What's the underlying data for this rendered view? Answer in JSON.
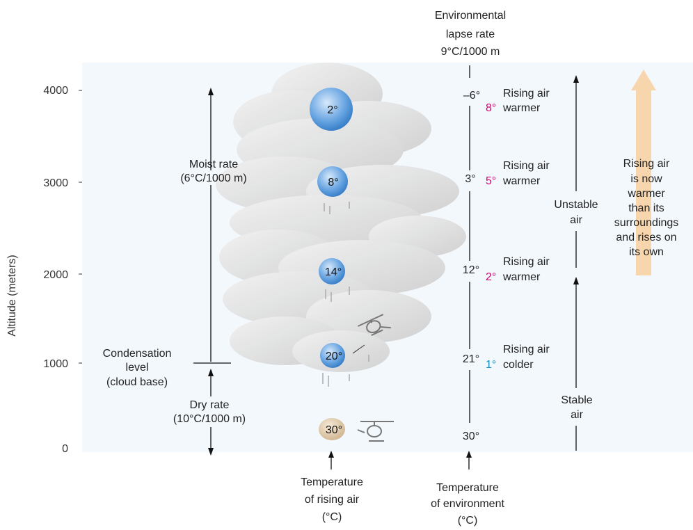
{
  "axis": {
    "y_label": "Altitude (meters)",
    "ticks": [
      "4000",
      "3000",
      "2000",
      "1000",
      "0"
    ]
  },
  "left_labels": {
    "moist_rate": [
      "Moist rate",
      "(6°C/1000 m)"
    ],
    "condensation": [
      "Condensation",
      "level",
      "(cloud base)"
    ],
    "dry_rate": [
      "Dry rate",
      "(10°C/1000 m)"
    ]
  },
  "parcels": [
    {
      "label": "2°",
      "altitude": 4000,
      "color": "#4a8fd6"
    },
    {
      "label": "8°",
      "altitude": 3000,
      "color": "#4a8fd6"
    },
    {
      "label": "14°",
      "altitude": 2000,
      "color": "#4a8fd6"
    },
    {
      "label": "20°",
      "altitude": 1000,
      "color": "#4a8fd6"
    },
    {
      "label": "30°",
      "altitude": 0,
      "color": "#d9c2a0"
    }
  ],
  "environment": {
    "title": [
      "Environmental",
      "lapse rate",
      "9°C/1000 m"
    ],
    "temps": [
      {
        "label": "–6°",
        "altitude": 4000
      },
      {
        "label": "3°",
        "altitude": 3000
      },
      {
        "label": "12°",
        "altitude": 2000
      },
      {
        "label": "21°",
        "altitude": 1000
      },
      {
        "label": "30°",
        "altitude": 0
      }
    ]
  },
  "differences": [
    {
      "diff": "8°",
      "lines": [
        "Rising air",
        "warmer"
      ],
      "color": "#d6006f",
      "altitude": 4000
    },
    {
      "diff": "5°",
      "lines": [
        "Rising air",
        "warmer"
      ],
      "color": "#d6006f",
      "altitude": 3000
    },
    {
      "diff": "2°",
      "lines": [
        "Rising air",
        "warmer"
      ],
      "color": "#d6006f",
      "altitude": 2000
    },
    {
      "diff": "1°",
      "lines": [
        "Rising air",
        "colder"
      ],
      "color": "#1a8fc0",
      "altitude": 1000
    }
  ],
  "stability": {
    "unstable": [
      "Unstable",
      "air"
    ],
    "stable": [
      "Stable",
      "air"
    ]
  },
  "big_arrow_text": [
    "Rising air",
    "is now",
    "warmer",
    "than its",
    "surroundings",
    "and rises on",
    "its own"
  ],
  "bottom_labels": {
    "rising_air": [
      "Temperature",
      "of rising air",
      "(°C)"
    ],
    "environment": [
      "Temperature",
      "of environment",
      "(°C)"
    ]
  },
  "colors": {
    "panel_bg": "#f3f8fd",
    "cloud": "#dcdcdc",
    "arrow": "#f8d6ad",
    "warmer": "#d6006f",
    "colder": "#1a8fc0"
  },
  "icons": [
    "helicopter-icon",
    "helicopter-icon"
  ]
}
